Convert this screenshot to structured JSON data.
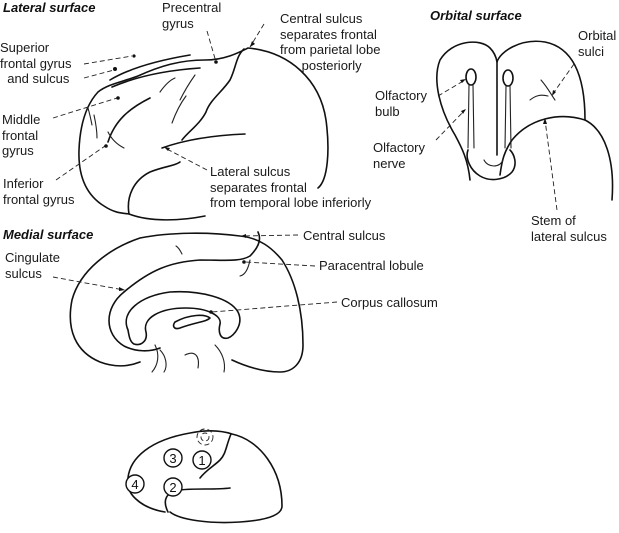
{
  "sections": {
    "lateral": {
      "title": "Lateral surface",
      "labels": {
        "precentral": "Precentral\ngyrus",
        "central_sulcus": "Central sulcus\nseparates frontal\nfrom parietal lobe\n      posteriorly",
        "superior_frontal": "Superior\nfrontal gyrus\n  and sulcus",
        "middle_frontal": "Middle\nfrontal\ngyrus",
        "inferior_frontal": "Inferior\nfrontal gyrus",
        "lateral_sulcus": "Lateral sulcus\nseparates frontal\nfrom temporal lobe inferiorly"
      }
    },
    "orbital": {
      "title": "Orbital surface",
      "labels": {
        "orbital_sulci": "Orbital\nsulci",
        "olfactory_bulb": "Olfactory\nbulb",
        "olfactory_nerve": "Olfactory\nnerve",
        "stem_lateral_sulcus": "Stem of\nlateral sulcus"
      }
    },
    "medial": {
      "title": "Medial surface",
      "labels": {
        "cingulate_sulcus": "Cingulate\nsulcus",
        "central_sulcus": "Central sulcus",
        "paracentral_lobule": "Paracentral lobule",
        "corpus_callosum": "Corpus callosum"
      }
    },
    "areas": {
      "markers": [
        "1",
        "2",
        "3",
        "4"
      ],
      "dashed_marker": ""
    }
  }
}
